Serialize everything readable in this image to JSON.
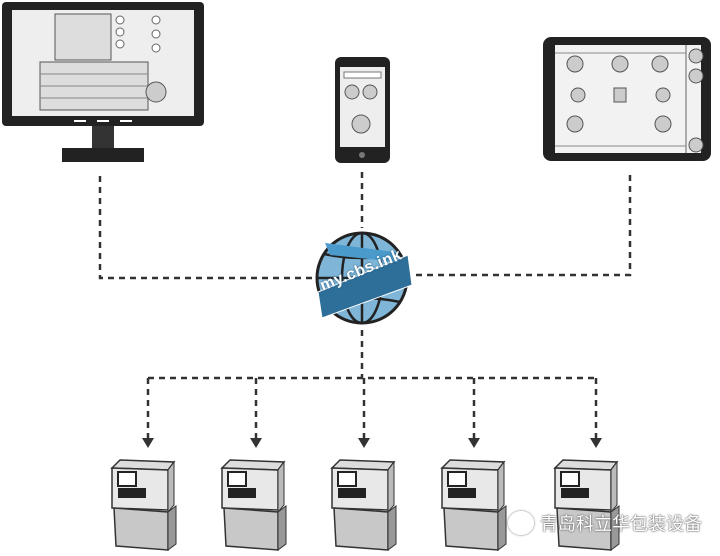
{
  "network": {
    "globe_label": "my.cbs.ink"
  },
  "devices": [
    "desktop-monitor",
    "smartphone",
    "tablet"
  ],
  "printers": {
    "count": 5
  },
  "watermark": {
    "text": "青岛科立华包装设备",
    "icon": "wechat-icon"
  },
  "colors": {
    "globe_blue": "#3f8fc0",
    "line": "#333333",
    "machine_body": "#c8c8c8"
  }
}
